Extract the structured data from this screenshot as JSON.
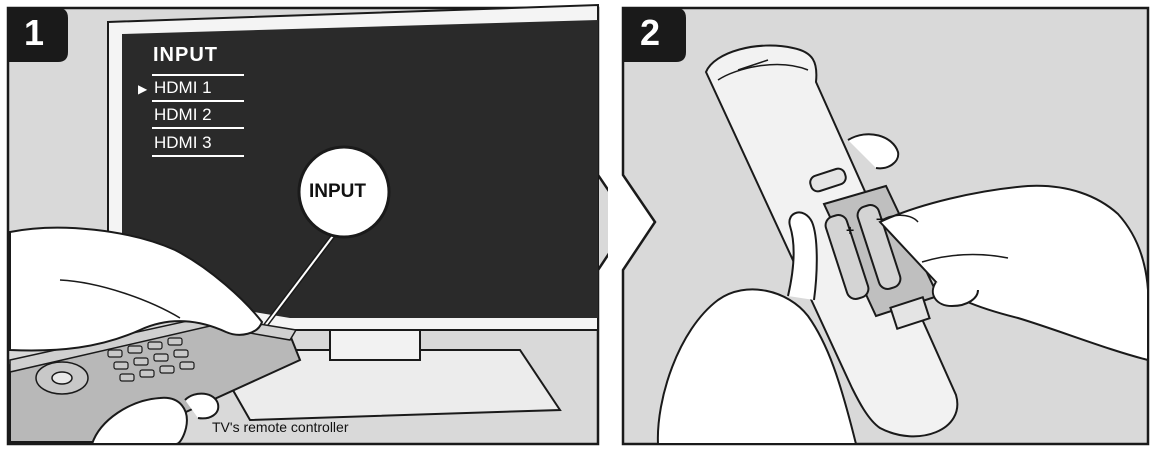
{
  "panel1": {
    "step_number": "1",
    "osd_title": "INPUT",
    "cursor_glyph": "▶",
    "menu_items": [
      "HDMI 1",
      "HDMI 2",
      "HDMI 3"
    ],
    "callout_label": "INPUT",
    "caption": "TV's remote controller"
  },
  "panel2": {
    "step_number": "2",
    "battery_plus": "+",
    "battery_minus": "−"
  },
  "colors": {
    "frame": "#1a1a1a",
    "background_gray": "#d9d9d9",
    "screen": "#2a2a2a",
    "remote": "#f2f2f2"
  },
  "icons": {
    "panel1_illustration": "tv-input-selection-illustration",
    "panel2_illustration": "battery-insertion-illustration",
    "separator": "chevron-right-icon"
  }
}
